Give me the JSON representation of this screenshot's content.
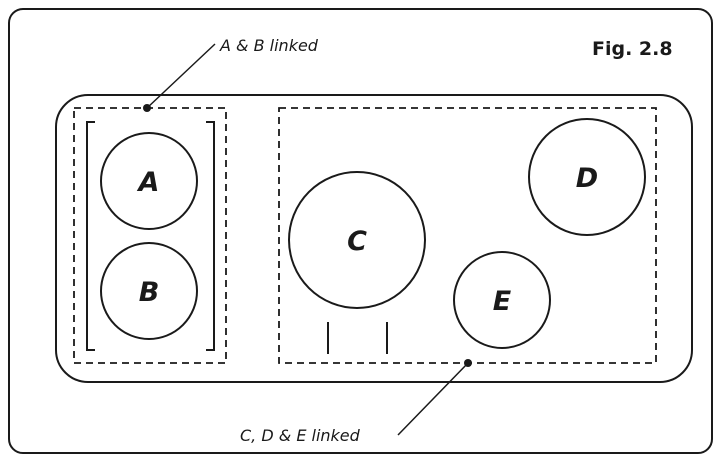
{
  "figure": {
    "label": "Fig. 2.8"
  },
  "zones": {
    "a": "A",
    "b": "B",
    "c": "C",
    "d": "D",
    "e": "E"
  },
  "callouts": {
    "ab_linked": "A & B linked",
    "cde_linked": "C, D & E linked"
  },
  "colors": {
    "line": "#1a1a1a",
    "background": "#ffffff"
  }
}
